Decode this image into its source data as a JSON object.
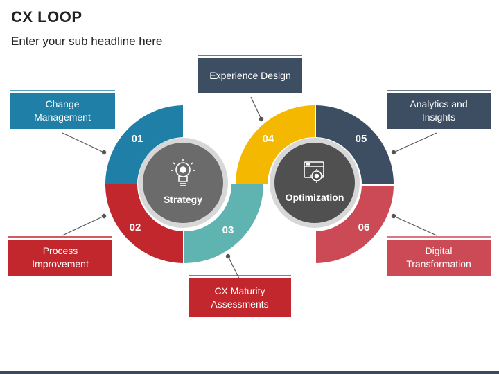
{
  "title": "CX LOOP",
  "subtitle": "Enter your sub headline here",
  "hubs": {
    "left": "Strategy",
    "right": "Optimization"
  },
  "icons": {
    "left": "lightbulb-gear-icon",
    "right": "browser-gear-icon"
  },
  "segments": [
    {
      "num": "01",
      "label": "Change Management",
      "color": "#1f7fa6"
    },
    {
      "num": "02",
      "label": "Process Improvement",
      "color": "#c1272d"
    },
    {
      "num": "03",
      "label": "CX Maturity Assessments",
      "color": "#5fb3b0"
    },
    {
      "num": "04",
      "label": "Experience Design",
      "color": "#f5b800"
    },
    {
      "num": "05",
      "label": "Analytics and Insights",
      "color": "#3d4e63"
    },
    {
      "num": "06",
      "label": "Digital Transformation",
      "color": "#cc4a55"
    }
  ],
  "colors": {
    "hub_left": "#6b6b6b",
    "hub_right": "#505050",
    "hub_ring": "#d7d7d7",
    "label_box_dark": "#3d4e63",
    "label_box_blue": "#1f7fa6",
    "label_box_red": "#c1272d",
    "label_box_pink": "#cc4a55"
  }
}
